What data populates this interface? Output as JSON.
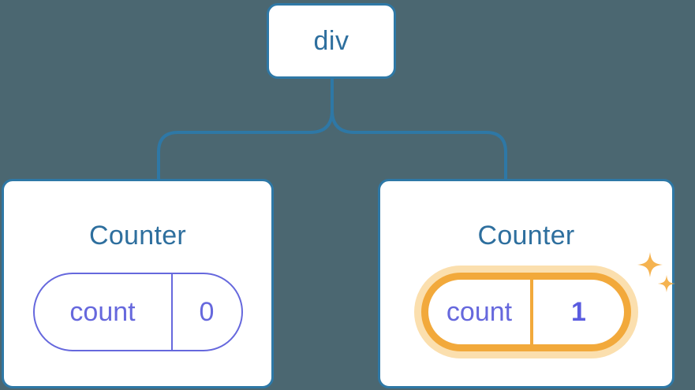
{
  "diagram": {
    "type": "component-tree",
    "background_color": "#4b6771",
    "accent_blue": "#2e78a6",
    "accent_indigo": "#6668dd",
    "accent_orange": "#f2a93b",
    "accent_orange_glow": "#fbdfae",
    "root": {
      "label": "div"
    },
    "children": [
      {
        "title": "Counter",
        "state": {
          "key": "count",
          "value": "0",
          "highlighted": false
        }
      },
      {
        "title": "Counter",
        "state": {
          "key": "count",
          "value": "1",
          "highlighted": true
        },
        "sparkle_icons": [
          "sparkle-large",
          "sparkle-small"
        ]
      }
    ]
  }
}
